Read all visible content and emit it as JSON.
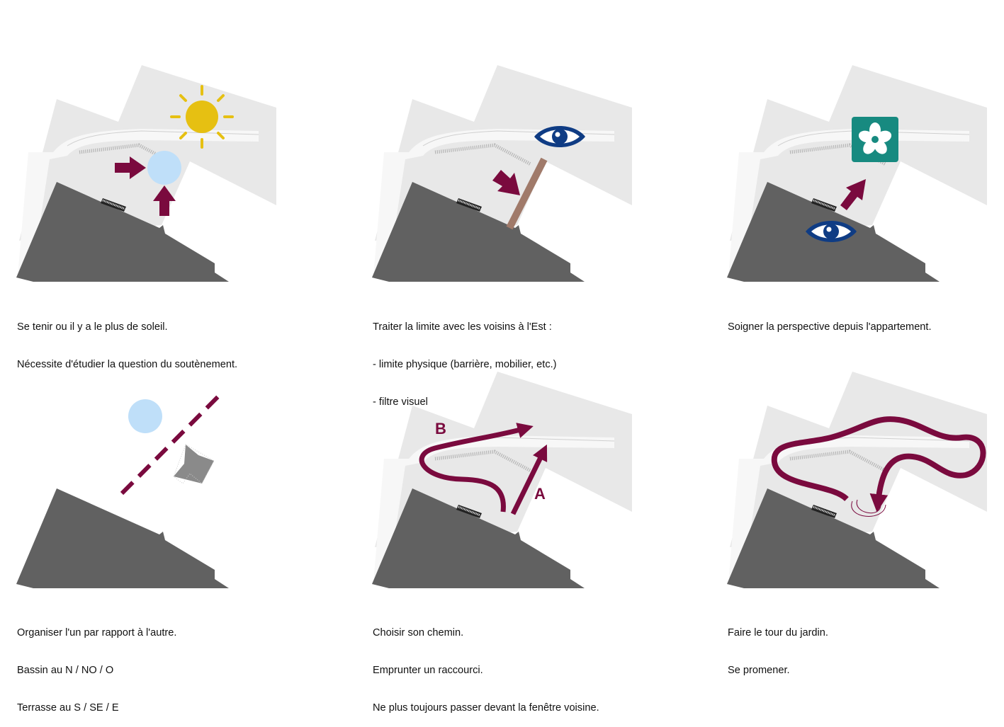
{
  "colors": {
    "building": "#616161",
    "ground": "#e8e8e8",
    "path": "#f7f7f7",
    "accent": "#7a0a3e",
    "water": "#bfdff9",
    "sun": "#e6c012",
    "eye": "#0f3c84",
    "teal": "#178a80",
    "fence": "#a07a6a"
  },
  "panels": [
    {
      "icons": [
        "sun-icon",
        "pond-circle",
        "arrow-right-icon",
        "arrow-up-icon"
      ],
      "caption": [
        "Se tenir ou il y a le plus de soleil.",
        "Nécessite d'étudier la question du soutènement."
      ]
    },
    {
      "icons": [
        "eye-icon",
        "fence-bar",
        "arrow-icon"
      ],
      "caption": [
        "Traiter la limite avec les voisins à l'Est :",
        "- limite physique (barrière, mobilier, etc.)",
        "- filtre visuel"
      ]
    },
    {
      "icons": [
        "flower-icon",
        "arrow-icon",
        "eye-icon"
      ],
      "caption": [
        "Soigner la perspective depuis l'appartement."
      ]
    },
    {
      "icons": [
        "pond-circle",
        "dashed-divider",
        "terrace-hatch"
      ],
      "caption": [
        "Organiser l'un par rapport à l'autre.",
        "Bassin au N / NO / O",
        "Terrasse au S / SE / E"
      ]
    },
    {
      "icons": [
        "route-arrow-b",
        "route-arrow-a"
      ],
      "labels": {
        "a": "A",
        "b": "B"
      },
      "caption": [
        "Choisir son chemin.",
        "Emprunter un raccourci.",
        "Ne plus toujours passer devant la fenêtre voisine."
      ]
    },
    {
      "icons": [
        "loop-route-arrow"
      ],
      "caption": [
        "Faire le tour du jardin.",
        "Se promener."
      ]
    }
  ]
}
